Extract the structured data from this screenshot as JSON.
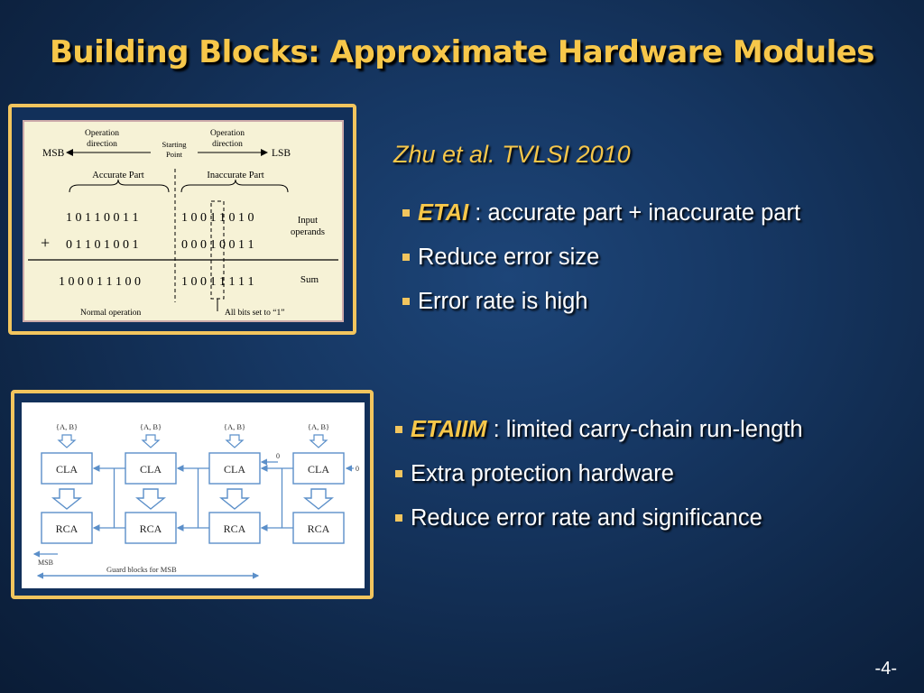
{
  "slide": {
    "title": "Building Blocks: Approximate Hardware Modules",
    "page_number": "-4-"
  },
  "etai_figure": {
    "msb": "MSB",
    "lsb": "LSB",
    "op_dir_left": [
      "Operation",
      "direction"
    ],
    "op_dir_right": [
      "Operation",
      "direction"
    ],
    "starting_point": [
      "Starting",
      "Point"
    ],
    "accurate_part": "Accurate Part",
    "inaccurate_part": "Inaccurate Part",
    "operand_a_accurate": "1 0 1 1 0 0 1 1",
    "operand_a_inaccurate": "1 0 0 1 1 0 1 0",
    "plus": "+",
    "operand_b_accurate": "0 1 1 0 1 0 0 1",
    "operand_b_inaccurate": "0 0 0 1 0 0 1 1",
    "input_operands": [
      "Input",
      "operands"
    ],
    "sum_accurate": "1 0 0 0 1 1 1 0 0",
    "sum_inaccurate": "1 0 0 1 1 1 1 1",
    "sum_label": "Sum",
    "normal_operation": "Normal operation",
    "all_bits_set": "All bits set to “1”"
  },
  "etaiim_figure": {
    "input_labels": [
      "{A, B}",
      "{A, B}",
      "{A, B}",
      "{A, B}"
    ],
    "cla_labels": [
      "CLA",
      "CLA",
      "CLA",
      "CLA"
    ],
    "rca_labels": [
      "RCA",
      "RCA",
      "RCA",
      "RCA"
    ],
    "carry_zero_top": "0",
    "carry_zero_right": "0",
    "msb_label": "MSB",
    "guard_label": "Guard blocks for MSB"
  },
  "etai_section": {
    "citation": "Zhu et al. TVLSI 2010",
    "bullet1_key": "ETAI",
    "bullet1_rest": " : accurate part + inaccurate part",
    "bullet2": "Reduce error size",
    "bullet3": "Error rate is high"
  },
  "etaiim_section": {
    "bullet1_key": "ETAIIM",
    "bullet1_rest": " : limited carry-chain run-length",
    "bullet2": "Extra protection hardware",
    "bullet3": "Reduce error rate and significance"
  },
  "colors": {
    "title": "#f7c74a",
    "frame": "#f2c55e",
    "bullet_marker": "#f2c55e",
    "diagram_blue": "#5b8fc9"
  }
}
